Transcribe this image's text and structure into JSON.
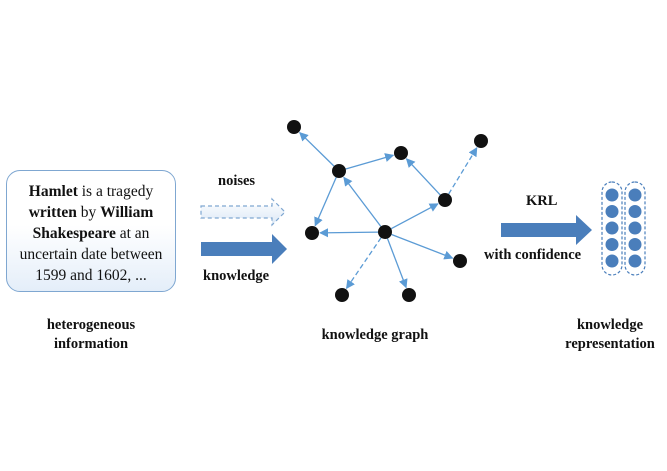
{
  "source_text": {
    "line1": {
      "b1": "Hamlet",
      "t1": " is a tragedy"
    },
    "line2": {
      "b1": "written",
      "t1": " by ",
      "b2": "William"
    },
    "line3": {
      "b1": "Shakespeare",
      "t1": " at an"
    },
    "line4": {
      "t1": "uncertain date between"
    },
    "line5": {
      "t1": "1599 and 1602, ..."
    }
  },
  "labels": {
    "noises": "noises",
    "knowledge": "knowledge",
    "heterogeneous_line1": "heterogeneous",
    "heterogeneous_line2": "information",
    "knowledge_graph": "knowledge graph",
    "krl": "KRL",
    "with_confidence": "with confidence",
    "representation_line1": "knowledge",
    "representation_line2": "representation"
  },
  "colors": {
    "accent": "#4a7ebb",
    "edge": "#5b9bd5",
    "node": "#111111",
    "box_border": "#7fa7d1",
    "vector_cell": "#4a7ebb"
  },
  "graph": {
    "nodes": [
      {
        "id": "n1"
      },
      {
        "id": "n2"
      },
      {
        "id": "n3"
      },
      {
        "id": "n4"
      },
      {
        "id": "n5"
      },
      {
        "id": "n6"
      },
      {
        "id": "n7"
      },
      {
        "id": "n8"
      },
      {
        "id": "n9"
      },
      {
        "id": "n10"
      },
      {
        "id": "n11"
      }
    ],
    "edges": [
      {
        "from": "n3",
        "to": "n1",
        "style": "solid"
      },
      {
        "from": "n3",
        "to": "n2",
        "style": "solid"
      },
      {
        "from": "n3",
        "to": "n5",
        "style": "solid"
      },
      {
        "from": "n7",
        "to": "n3",
        "style": "solid"
      },
      {
        "from": "n6",
        "to": "n2",
        "style": "solid"
      },
      {
        "from": "n6",
        "to": "n4",
        "style": "dashed"
      },
      {
        "from": "n7",
        "to": "n6",
        "style": "solid"
      },
      {
        "from": "n7",
        "to": "n5",
        "style": "solid"
      },
      {
        "from": "n7",
        "to": "n8",
        "style": "dashed"
      },
      {
        "from": "n7",
        "to": "n9",
        "style": "solid"
      },
      {
        "from": "n7",
        "to": "n10",
        "style": "solid"
      }
    ]
  },
  "vectors": {
    "columns": 2,
    "cells_per_column": 5
  }
}
